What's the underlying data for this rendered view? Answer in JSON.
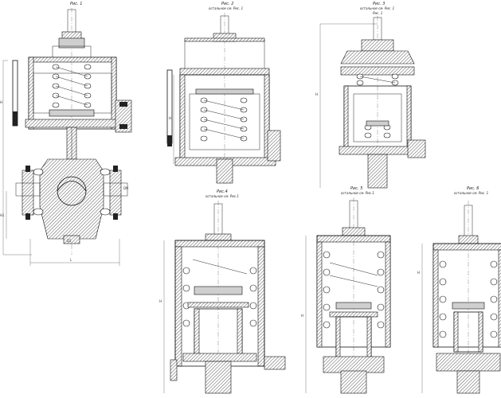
{
  "figures": [
    {
      "id": "fig1",
      "title": "Рис. 1",
      "note": ""
    },
    {
      "id": "fig2",
      "title": "Рис. 2",
      "note": "остальное см. Рис. 1"
    },
    {
      "id": "fig3",
      "title": "Рис. 3",
      "note": "остальное см. Рис. 1"
    },
    {
      "id": "fig4",
      "title": "Рис.4",
      "note": "остальное см. Рис.1"
    },
    {
      "id": "fig5",
      "title": "Рис. 5",
      "note": "остальное см. Рис.1"
    },
    {
      "id": "fig6",
      "title": "Рис. 6",
      "note": "остальное см. Рис. 1"
    }
  ],
  "fig3_extra_label": "Рис. 1",
  "dimensions": {
    "fig1_height_upper": "H",
    "fig1_height_lower": "H1",
    "fig1_flange_width": "L",
    "fig1_pipe_size": "DN",
    "fig1_bottom": "D1",
    "fig2_height": "H",
    "fig3_height": "H",
    "fig4_height": "H",
    "fig5_height": "H",
    "fig6_height": "H"
  },
  "colors": {
    "line": "#111111",
    "paper": "#ffffff"
  }
}
